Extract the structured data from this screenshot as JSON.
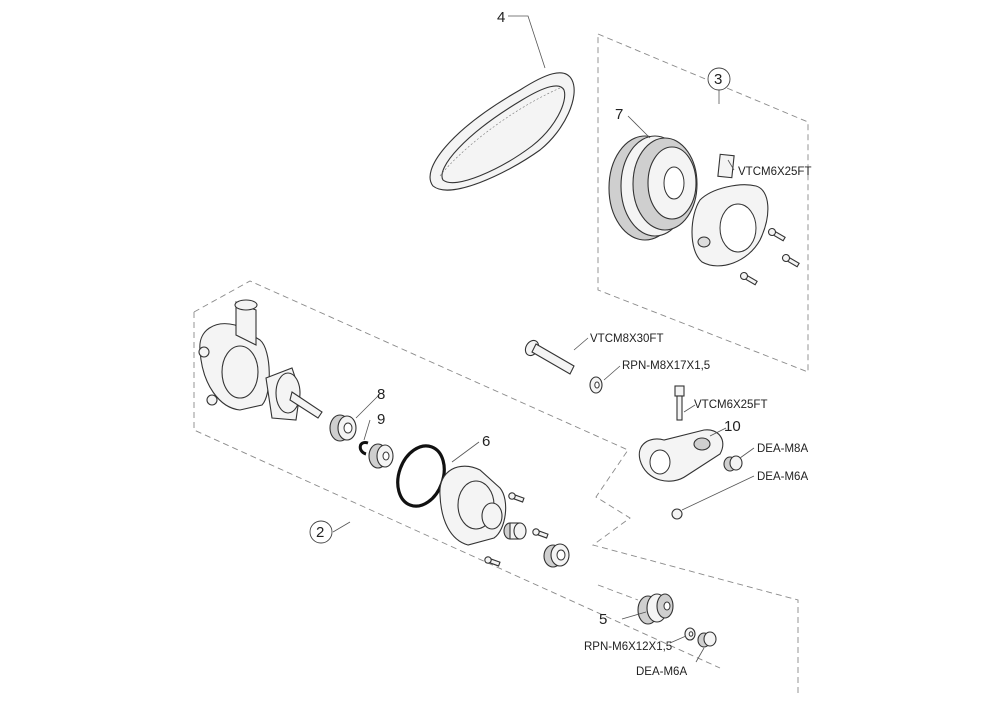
{
  "callouts": {
    "c4": "4",
    "c3": "3",
    "c7": "7",
    "c8": "8",
    "c9": "9",
    "c6": "6",
    "c2": "2",
    "c10": "10",
    "c5": "5"
  },
  "part_codes": {
    "vtcm6x25ft_top": "VTCM6X25FT",
    "vtcm8x30ft": "VTCM8X30FT",
    "rpn_m8x17x15": "RPN-M8X17X1,5",
    "vtcm6x25ft_mid": "VTCM6X25FT",
    "dea_m8a": "DEA-M8A",
    "dea_m6a_right": "DEA-M6A",
    "rpn_m6x12x15": "RPN-M6X12X1,5",
    "dea_m6a_bottom": "DEA-M6A"
  }
}
